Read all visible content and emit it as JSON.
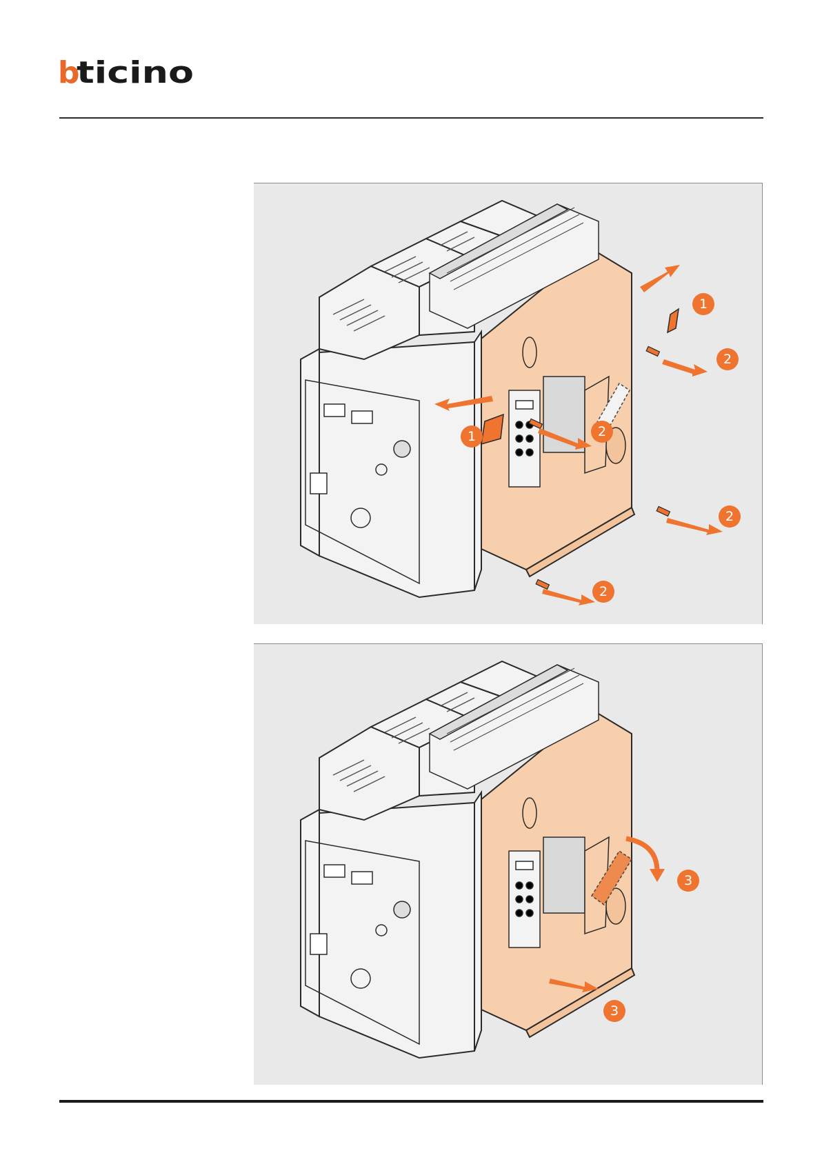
{
  "header": {
    "logo": {
      "text": "bticino",
      "icon": "bticino-logo",
      "brand_color": "#e8692a"
    }
  },
  "colors": {
    "accent": "#ee7430",
    "housing_front": "#f8cfad",
    "housing_side": "#f0f0f0",
    "panel_background": "#e9e9e9",
    "outline": "#2a2a2a"
  },
  "figures": [
    {
      "id": "figure-1",
      "steps": [
        {
          "label": "1"
        },
        {
          "label": "1"
        },
        {
          "label": "2"
        },
        {
          "label": "2"
        },
        {
          "label": "2"
        },
        {
          "label": "2"
        }
      ]
    },
    {
      "id": "figure-2",
      "steps": [
        {
          "label": "3"
        },
        {
          "label": "3"
        }
      ]
    }
  ]
}
